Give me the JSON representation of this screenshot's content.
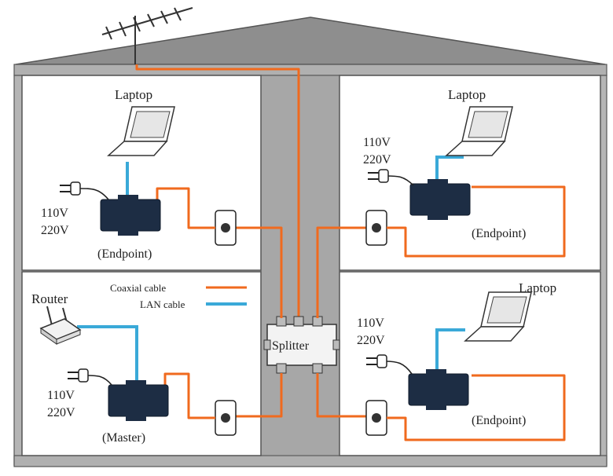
{
  "labels": {
    "laptop_top_left": "Laptop",
    "laptop_top_right": "Laptop",
    "laptop_bottom_right": "Laptop",
    "router": "Router",
    "voltage_110_tl": "110V",
    "voltage_220_tl": "220V",
    "voltage_110_tr": "110V",
    "voltage_220_tr": "220V",
    "voltage_110_bl": "110V",
    "voltage_220_bl": "220V",
    "voltage_110_br": "110V",
    "voltage_220_br": "220V",
    "endpoint_tl": "(Endpoint)",
    "endpoint_tr": "(Endpoint)",
    "endpoint_br": "(Endpoint)",
    "master": "(Master)",
    "splitter": "Splitter"
  },
  "legend": {
    "coax_label": "Coaxial cable",
    "lan_label": "LAN cable"
  },
  "colors": {
    "coax": "#f06a1e",
    "lan": "#3aa9d8",
    "roof": "#8c8c8c",
    "wall": "#a6a6a6"
  }
}
